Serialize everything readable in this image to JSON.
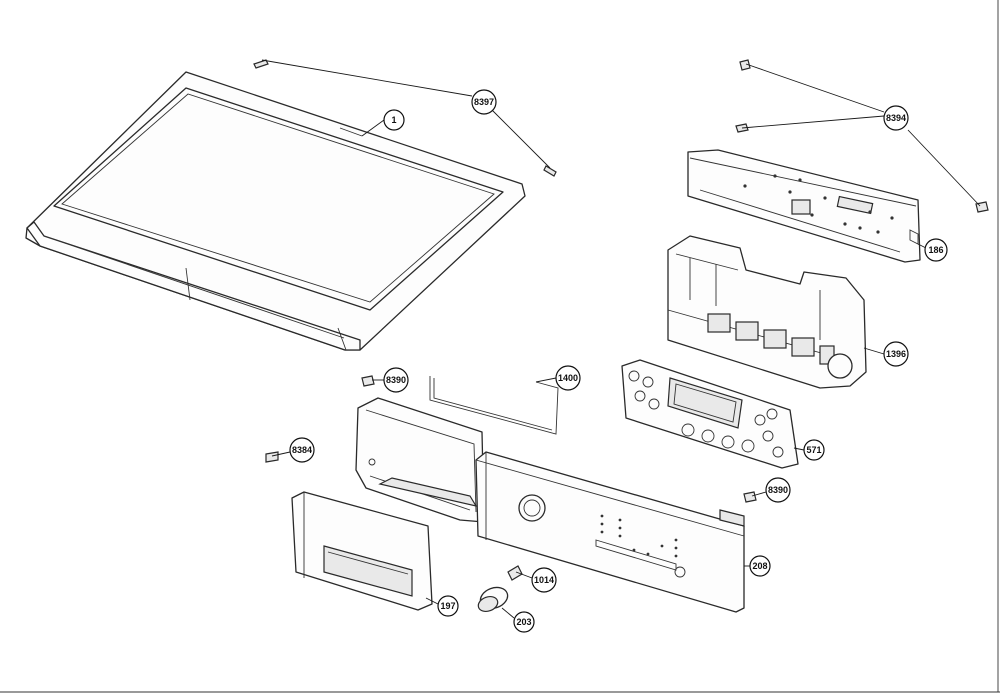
{
  "callouts": [
    {
      "id": "c1",
      "label": "1"
    },
    {
      "id": "c8397",
      "label": "8397"
    },
    {
      "id": "c8394",
      "label": "8394"
    },
    {
      "id": "c186",
      "label": "186"
    },
    {
      "id": "c1396",
      "label": "1396"
    },
    {
      "id": "c8390a",
      "label": "8390"
    },
    {
      "id": "c1400",
      "label": "1400"
    },
    {
      "id": "c571",
      "label": "571"
    },
    {
      "id": "c8384",
      "label": "8384"
    },
    {
      "id": "c8390b",
      "label": "8390"
    },
    {
      "id": "c208",
      "label": "208"
    },
    {
      "id": "c1014",
      "label": "1014"
    },
    {
      "id": "c197",
      "label": "197"
    },
    {
      "id": "c203",
      "label": "203"
    }
  ]
}
